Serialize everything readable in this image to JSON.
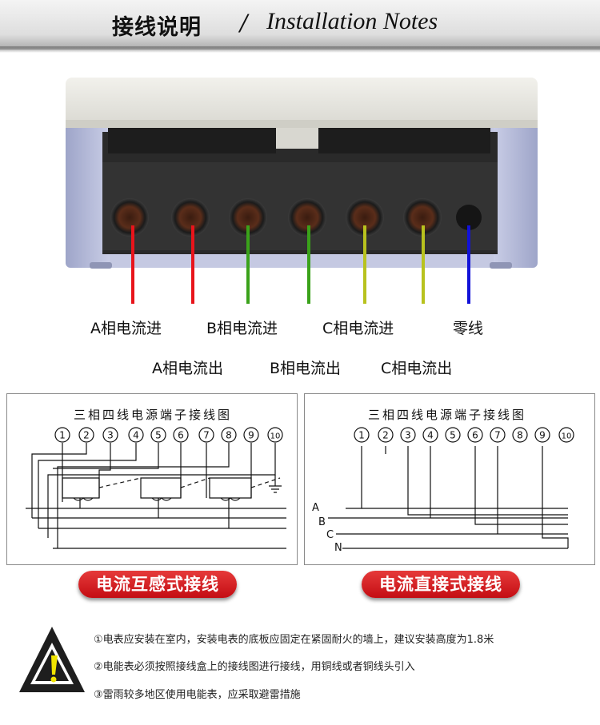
{
  "header": {
    "title_cn": "接线说明",
    "separator": "/",
    "title_en": "Installation Notes"
  },
  "terminal_labels": {
    "top_row": [
      "A相电流进",
      "B相电流进",
      "C相电流进",
      "零线"
    ],
    "bottom_row": [
      "A相电流出",
      "B相电流出",
      "C相电流出"
    ]
  },
  "wire_colors": {
    "phase_a": "#e8141b",
    "phase_b": "#3aa21a",
    "phase_c": "#b8c21e",
    "neutral": "#1212d8"
  },
  "left_diagram": {
    "title": "三相四线电源端子接线图",
    "terminals": [
      "1",
      "2",
      "3",
      "4",
      "5",
      "6",
      "7",
      "8",
      "9",
      "10"
    ],
    "caption": "电流互感式接线"
  },
  "right_diagram": {
    "title": "三相四线电源端子接线图",
    "terminals": [
      "1",
      "2",
      "3",
      "4",
      "5",
      "6",
      "7",
      "8",
      "9",
      "10"
    ],
    "line_labels": [
      "A",
      "B",
      "C",
      "N"
    ],
    "caption": "电流直接式接线"
  },
  "notes": [
    "①电表应安装在室内，安装电表的底板应固定在紧固耐火的墙上，建议安装高度为1.8米",
    "②电能表必须按照接线盒上的接线图进行接线，用铜线或者铜线头引入",
    "③雷雨较多地区使用电能表，应采取避雷措施"
  ],
  "warning": {
    "symbol": "!",
    "color": "#f0e400"
  }
}
